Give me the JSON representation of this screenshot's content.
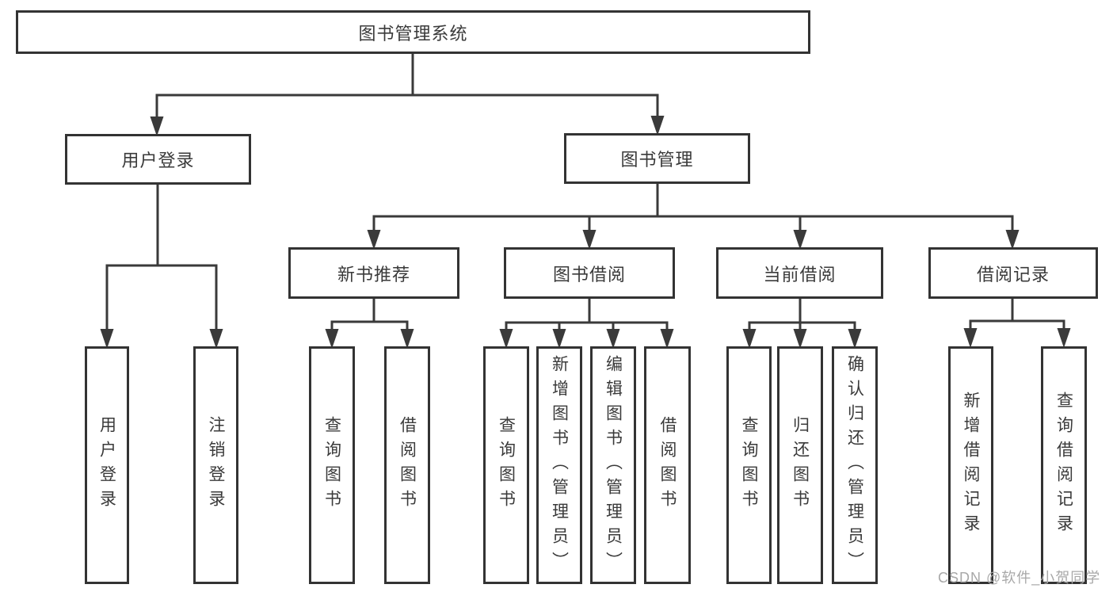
{
  "tree": {
    "root": {
      "label": "图书管理系统"
    },
    "branches": [
      {
        "label": "用户登录",
        "leaves": [
          "用户登录",
          "注销登录"
        ]
      },
      {
        "label": "图书管理",
        "groups": [
          {
            "label": "新书推荐",
            "leaves": [
              "查询图书",
              "借阅图书"
            ]
          },
          {
            "label": "图书借阅",
            "leaves": [
              "查询图书",
              "新增图书（管理员）",
              "编辑图书（管理员）",
              "借阅图书"
            ]
          },
          {
            "label": "当前借阅",
            "leaves": [
              "查询图书",
              "归还图书",
              "确认归还（管理员）"
            ]
          },
          {
            "label": "借阅记录",
            "leaves": [
              "新增借阅记录",
              "查询借阅记录"
            ]
          }
        ]
      }
    ]
  },
  "watermark": "CSDN @软件_小贺同学",
  "colors": {
    "line": "#3a3a3a",
    "box_border": "#333333",
    "text": "#3a3a3a",
    "background": "#ffffff",
    "watermark": "#a8a8a8"
  }
}
